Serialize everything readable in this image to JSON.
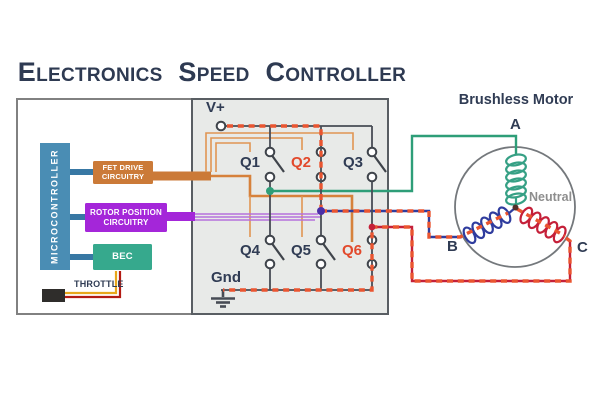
{
  "title": {
    "words": [
      "Electronics",
      "Speed",
      "Controller"
    ]
  },
  "esc": {
    "blocks": {
      "microcontroller": "MICROCONTROLLER",
      "fet_drive": "FET DRIVE CIRCUITRY",
      "rotor_position": "ROTOR POSITION CIRCUITRY",
      "bec": "BEC"
    },
    "throttle": "THROTTLE",
    "v_plus": "V+",
    "gnd": "Gnd",
    "transistors": [
      "Q1",
      "Q2",
      "Q3",
      "Q4",
      "Q5",
      "Q6"
    ],
    "conducting_transistors": [
      "Q2",
      "Q6"
    ]
  },
  "motor": {
    "title": "Brushless Motor",
    "phase_a": "A",
    "phase_b": "B",
    "phase_c": "C",
    "neutral": "Neutral"
  },
  "colors": {
    "navy_text": "#303C54",
    "conducting_label": "#E2492B",
    "current_flow_dash": "#EA5530",
    "gate_wire_orange": "#E09552",
    "fet_box_orange": "#CB7A38",
    "rotor_box_purple": "#A426D9",
    "microcontroller_blue": "#4A8DB4",
    "bec_teal": "#36A98D",
    "phase_a_green": "#2E9E78",
    "phase_b_blue": "#2F3C9E",
    "phase_c_red": "#C52039",
    "dark_wire": "#474C55",
    "switch_stage_bg": "#E8EAE8"
  }
}
